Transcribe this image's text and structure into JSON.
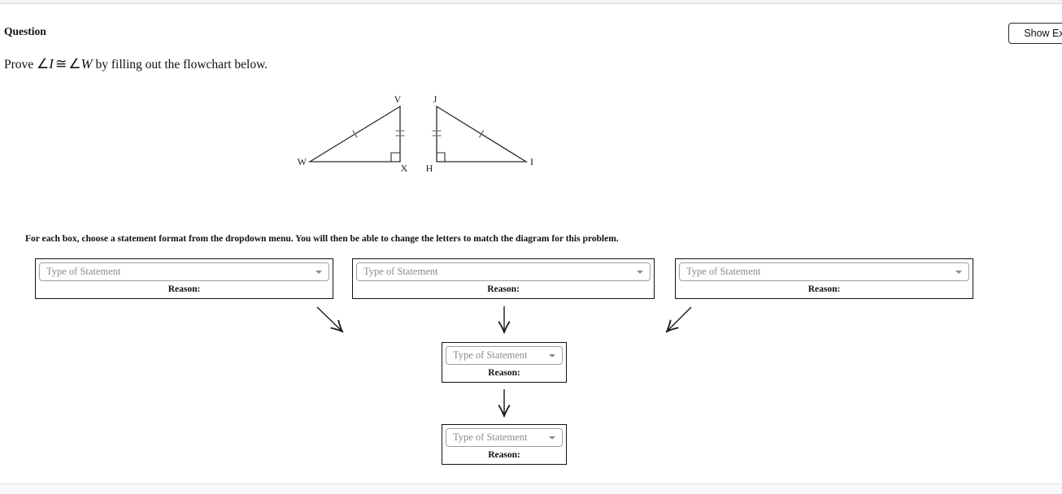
{
  "header": {
    "title": "Question",
    "show_example_button": "Show Example"
  },
  "prompt": {
    "prefix": "Prove ",
    "math": {
      "angle1": "∠",
      "letter1": "I",
      "congruent": "≅",
      "angle2": "∠",
      "letter2": "W"
    },
    "suffix": " by filling out the flowchart below."
  },
  "instruction": "For each box, choose a statement format from the dropdown menu. You will then be able to change the letters to match the diagram for this problem.",
  "diagram": {
    "left_triangle": {
      "labels": {
        "top": "V",
        "bottom_left": "W",
        "bottom_right": "X"
      },
      "right_angle_at": "X",
      "hypotenuse_tick": "single",
      "vertical_side_tick": "double"
    },
    "right_triangle": {
      "labels": {
        "top": "J",
        "bottom_left": "H",
        "bottom_right": "I"
      },
      "right_angle_at": "H",
      "hypotenuse_tick": "single",
      "vertical_side_tick": "double"
    }
  },
  "flowchart": {
    "boxes": [
      {
        "id": "top-left",
        "placeholder": "Type of Statement",
        "reason_label": "Reason:"
      },
      {
        "id": "top-center",
        "placeholder": "Type of Statement",
        "reason_label": "Reason:"
      },
      {
        "id": "top-right",
        "placeholder": "Type of Statement",
        "reason_label": "Reason:"
      },
      {
        "id": "middle",
        "placeholder": "Type of Statement",
        "reason_label": "Reason:"
      },
      {
        "id": "bottom",
        "placeholder": "Type of Statement",
        "reason_label": "Reason:"
      }
    ]
  },
  "colors": {
    "box_border": "#111111",
    "select_border": "#a0a0a0",
    "placeholder_text": "#8a8a8a",
    "top_strip": "#f1f3f4",
    "bottom_bar": "#f8f9fa",
    "line": "#2a2a2a"
  }
}
